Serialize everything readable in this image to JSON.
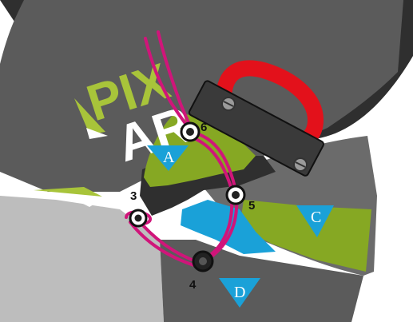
{
  "colors": {
    "background": "#ffffff",
    "shell_dark": "#2f2f2f",
    "shell_mid": "#5b5b5b",
    "shell_light": "#6b6b6b",
    "cheek_light": "#bdbdbd",
    "green": "#86a823",
    "cyan": "#1aa1d8",
    "red_loop": "#e3111b",
    "strap": "#3a3a3a",
    "cord": "#d0157a",
    "logo_green": "#a8c43a",
    "logo_white": "#ffffff"
  },
  "logo": {
    "line1": "PIX",
    "line2": "AR"
  },
  "labels": {
    "n6": "6",
    "n5": "5",
    "n3": "3",
    "n4": "4",
    "tA": "A",
    "tC": "C",
    "tD": "D"
  },
  "icons": [
    "grommet-icon",
    "screw-icon",
    "triangle-marker-icon"
  ]
}
